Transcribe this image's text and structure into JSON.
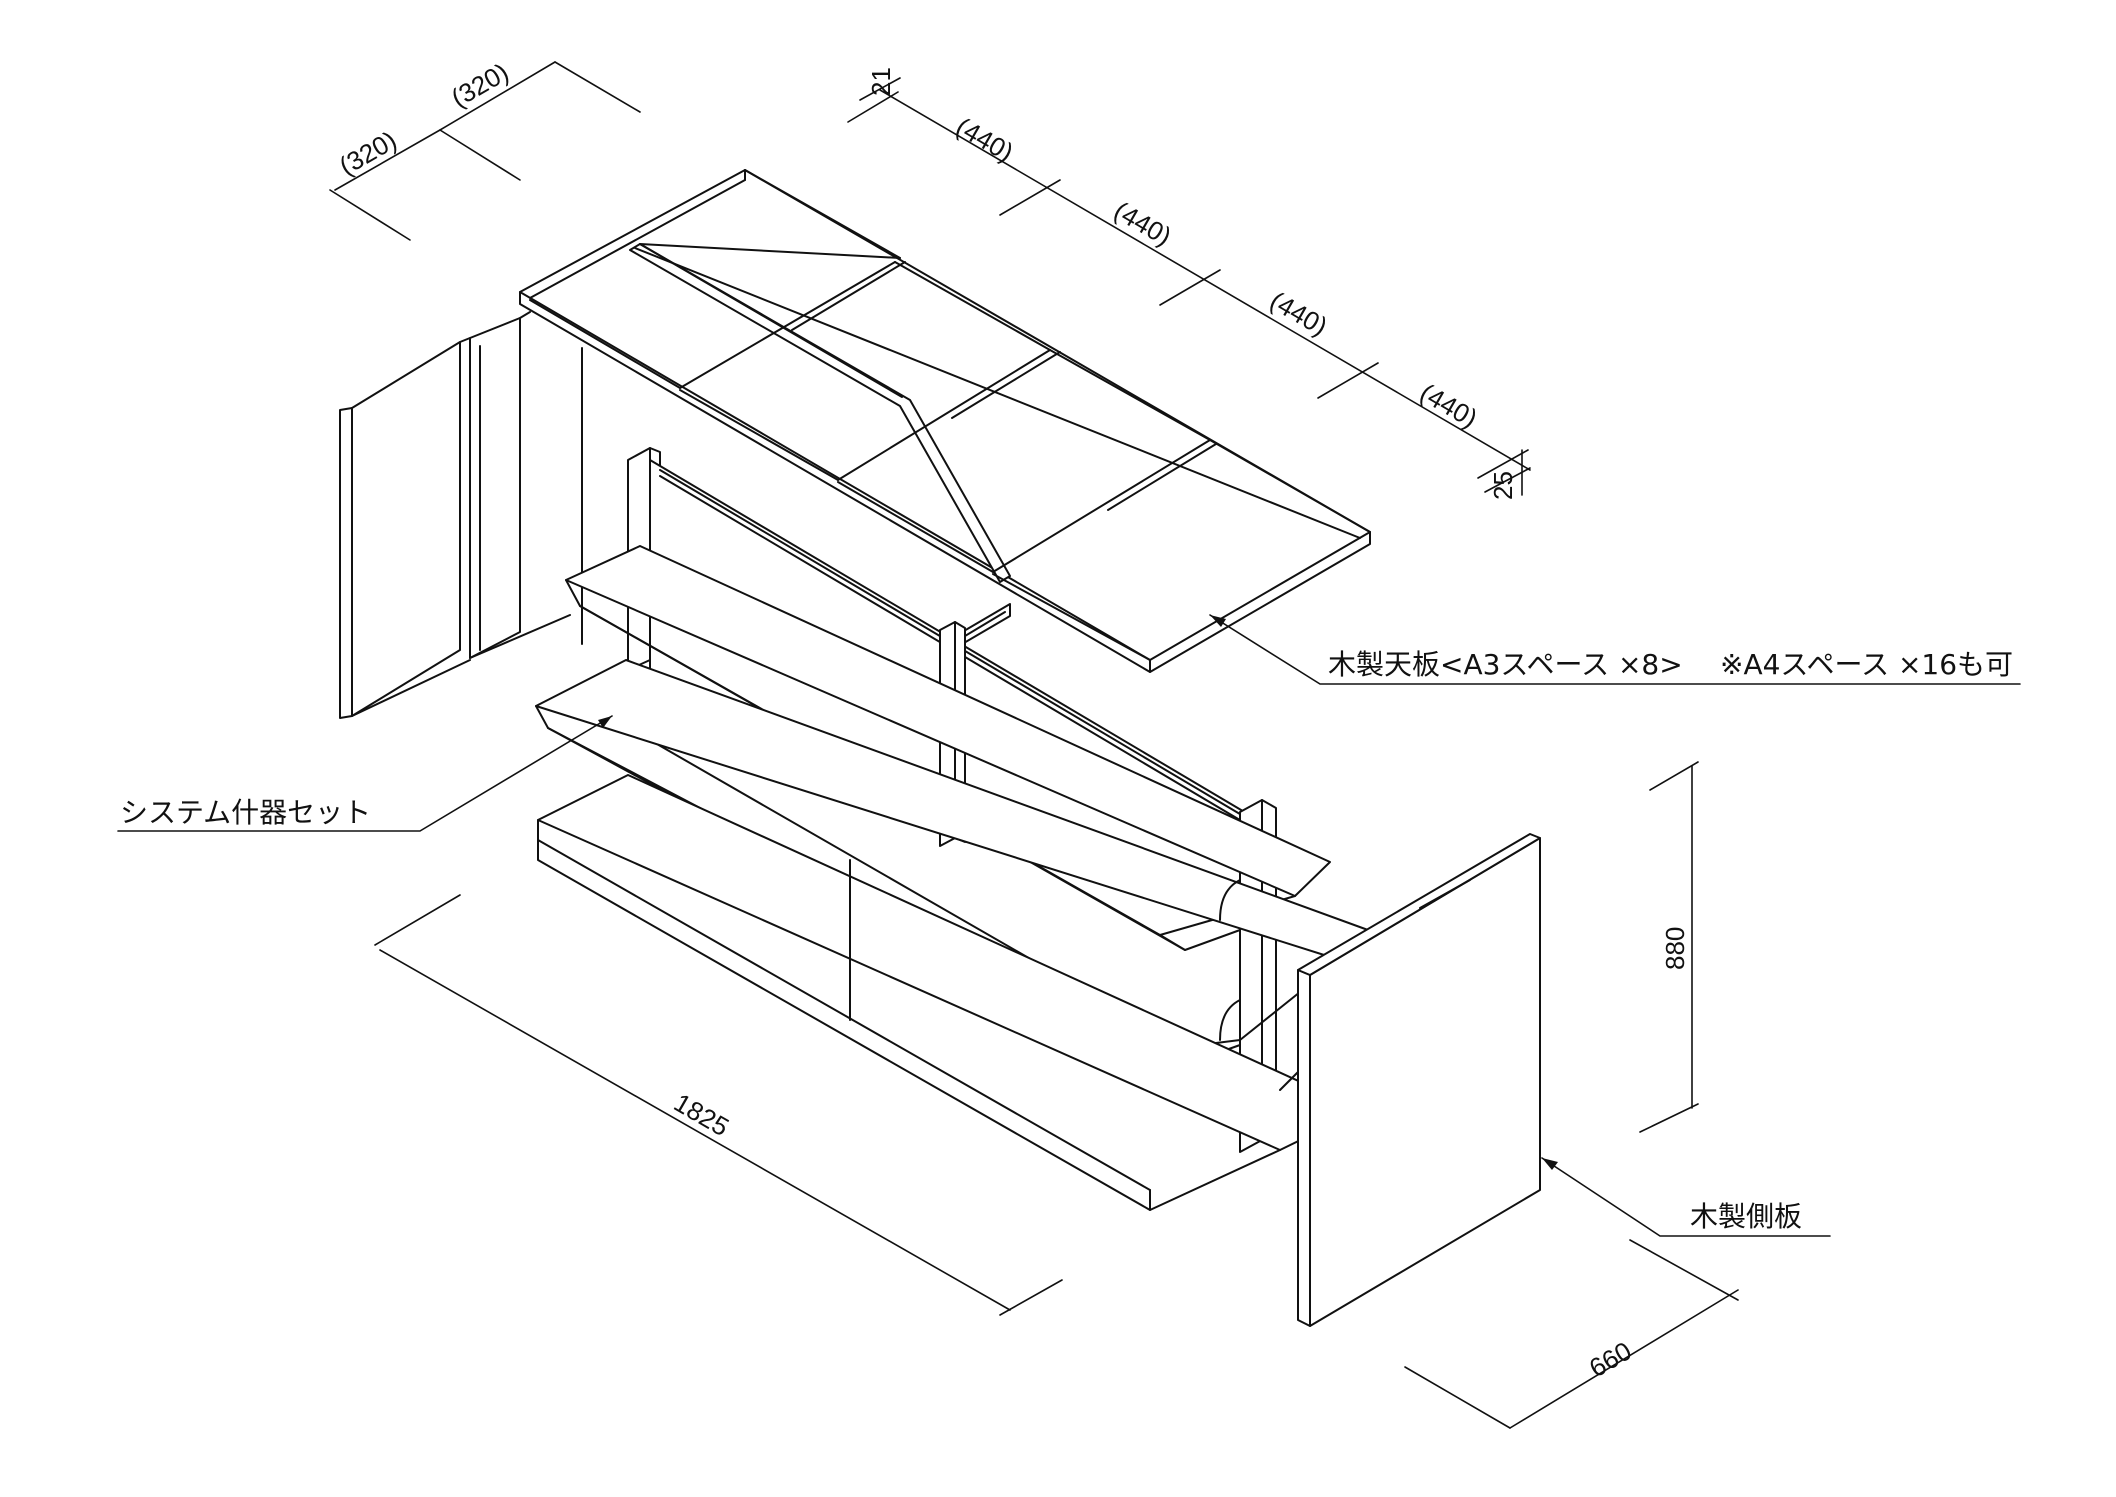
{
  "labels": {
    "top_board": "木製天板<A3スペース ×8>",
    "top_board_note": "※A4スペース ×16も可",
    "system_fixture": "システム什器セット",
    "side_board": "木製側板"
  },
  "dimensions": {
    "width_320_a": "(320)",
    "width_320_b": "(320)",
    "height_21": "21",
    "len_440_1": "(440)",
    "len_440_2": "(440)",
    "len_440_3": "(440)",
    "len_440_4": "(440)",
    "height_25": "25",
    "height_880": "880",
    "length_1825": "1825",
    "depth_660": "660"
  }
}
